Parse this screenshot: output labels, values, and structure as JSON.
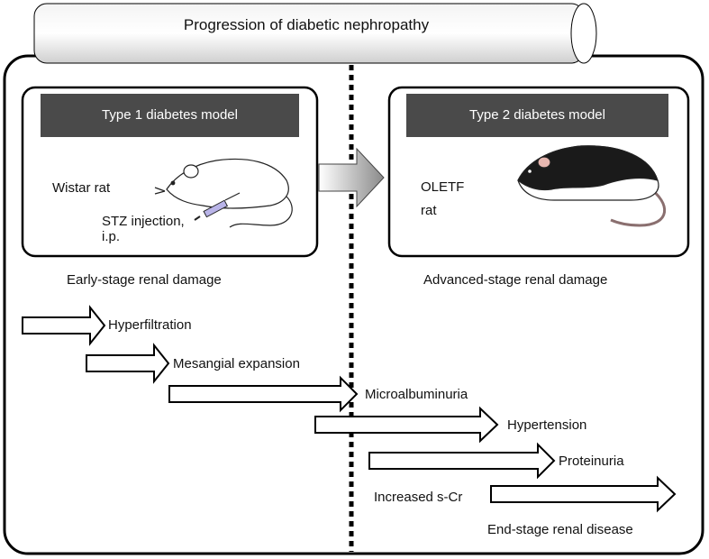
{
  "title": "Progression of diabetic nephropathy",
  "left_panel": {
    "header": "Type 1 diabetes model",
    "animal": "Wistar rat",
    "treatment_line1": "STZ injection,",
    "treatment_line2": "i.p."
  },
  "right_panel": {
    "header": "Type 2 diabetes model",
    "animal_line1": "OLETF",
    "animal_line2": "rat"
  },
  "stages": {
    "early": "Early-stage renal damage",
    "advanced": "Advanced-stage renal damage"
  },
  "progression": [
    "Hyperfiltration",
    "Mesangial expansion",
    "Microalbuminuria",
    "Hypertension",
    "Proteinuria",
    "Increased s-Cr",
    "End-stage renal disease"
  ],
  "icons": [
    "white-rat-icon",
    "black-hooded-rat-icon",
    "syringe-icon",
    "transition-arrow-icon"
  ],
  "colors": {
    "header_bg": "#4a4a4a",
    "header_text": "#ffffff",
    "outline": "#000000"
  }
}
